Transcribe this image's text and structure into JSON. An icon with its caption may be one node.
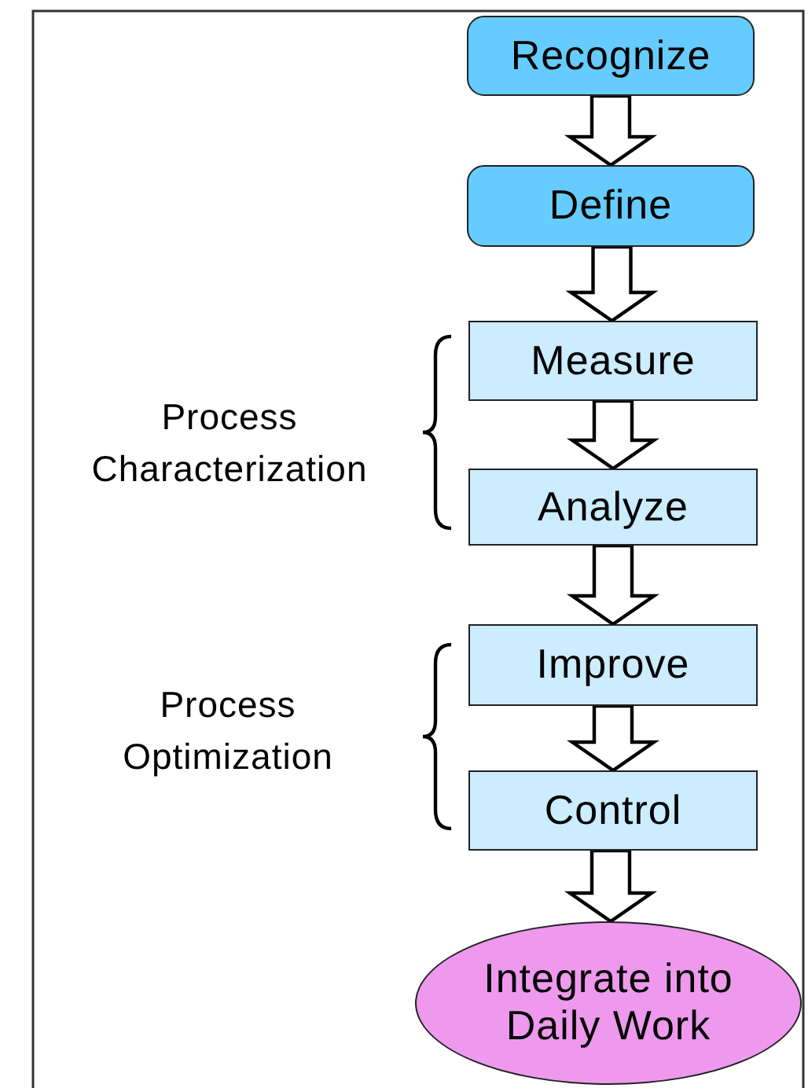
{
  "diagram": {
    "nodes": [
      {
        "text": [
          "Recognize"
        ]
      },
      {
        "text": [
          "Define"
        ]
      },
      {
        "text": [
          "Measure"
        ]
      },
      {
        "text": [
          "Analyze"
        ]
      },
      {
        "text": [
          "Improve"
        ]
      },
      {
        "text": [
          "Control"
        ]
      },
      {
        "text": [
          "Integrate into Daily Work"
        ]
      }
    ],
    "edges": [
      {
        "from": 0,
        "to": 1,
        "arrow": "to"
      },
      {
        "from": 1,
        "to": 2,
        "arrow": "to"
      },
      {
        "from": 2,
        "to": 3,
        "arrow": "to"
      },
      {
        "from": 3,
        "to": 4,
        "arrow": "to"
      },
      {
        "from": 4,
        "to": 5,
        "arrow": "to"
      },
      {
        "from": 5,
        "to": 6,
        "arrow": "to"
      }
    ],
    "labels": [
      "Process Characterization",
      "Process Optimization"
    ]
  }
}
